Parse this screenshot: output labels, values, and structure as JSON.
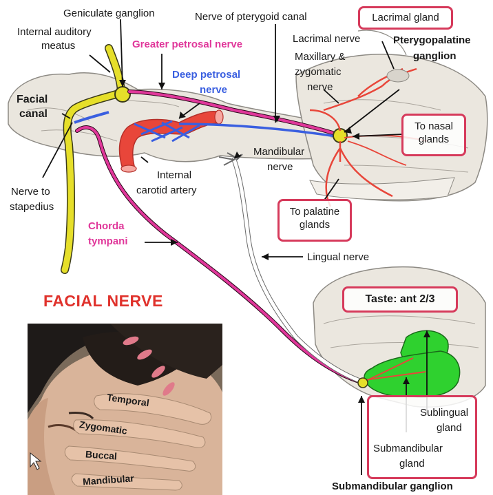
{
  "diagram": {
    "title": "FACIAL NERVE",
    "labels": {
      "geniculate_ganglion": "Geniculate ganglion",
      "internal_auditory_meatus_1": "Internal auditory",
      "internal_auditory_meatus_2": "meatus",
      "nerve_pterygoid_canal": "Nerve of pterygoid canal",
      "lacrimal_gland": "Lacrimal gland",
      "greater_petrosal_nerve": "Greater petrosal nerve",
      "lacrimal_nerve": "Lacrimal nerve",
      "pterygopalatine_1": "Pterygopalatine",
      "pterygopalatine_2": "ganglion",
      "maxillary_1": "Maxillary &",
      "maxillary_2": "zygomatic",
      "maxillary_3": "nerve",
      "deep_petrosal_1": "Deep petrosal",
      "deep_petrosal_2": "nerve",
      "facial_canal_1": "Facial",
      "facial_canal_2": "canal",
      "to_nasal_1": "To nasal",
      "to_nasal_2": "glands",
      "mandibular_1": "Mandibular",
      "mandibular_2": "nerve",
      "internal_carotid_1": "Internal",
      "internal_carotid_2": "carotid artery",
      "nerve_stapedius_1": "Nerve to",
      "nerve_stapedius_2": "stapedius",
      "to_palatine_1": "To palatine",
      "to_palatine_2": "glands",
      "chorda_1": "Chorda",
      "chorda_2": "tympani",
      "lingual_nerve": "Lingual nerve",
      "taste": "Taste: ant 2/3",
      "sublingual_1": "Sublingual",
      "sublingual_2": "gland",
      "submandibular_1": "Submandibular",
      "submandibular_2": "gland",
      "submandibular_ganglion": "Submandibular ganglion"
    },
    "branches": {
      "temporal": "Temporal",
      "zygomatic": "Zygomatic",
      "buccal": "Buccal",
      "mandibular": "Mandibular"
    },
    "colors": {
      "facial_nerve": "#e6df2a",
      "parasympathetic": "#e0379a",
      "sympathetic": "#3a5fe0",
      "artery": "#e8463a",
      "gland": "#2fd12f",
      "box_border": "#d63a5b",
      "title": "#e0322c"
    }
  }
}
